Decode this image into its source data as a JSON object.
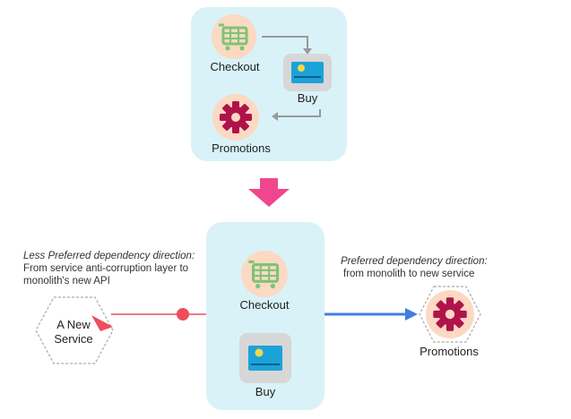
{
  "top": {
    "checkout_label": "Checkout",
    "buy_label": "Buy",
    "promotions_label": "Promotions"
  },
  "bottom": {
    "checkout_label": "Checkout",
    "buy_label": "Buy",
    "promotions_label": "Promotions",
    "new_service_line1": "A New",
    "new_service_line2": "Service",
    "less_preferred_title": "Less Preferred dependency direction:",
    "less_preferred_line1": "From service anti-corruption layer to",
    "less_preferred_line2": "monolith's new API",
    "preferred_title": "Preferred dependency direction:",
    "preferred_line1": "from monolith to new service"
  },
  "colors": {
    "panel": "#d9f2f8",
    "icon_circle": "#fcd9c3",
    "cart": "#7cc576",
    "gear": "#b0134a",
    "card": "#1ba3d9",
    "pink_arrow": "#f0468f",
    "red_link": "#ee4d5d",
    "blue_arrow": "#3f7fe0"
  },
  "icons": [
    "cart-icon",
    "credit-card-icon",
    "gear-icon",
    "down-arrow-icon",
    "hexagon-icon"
  ]
}
